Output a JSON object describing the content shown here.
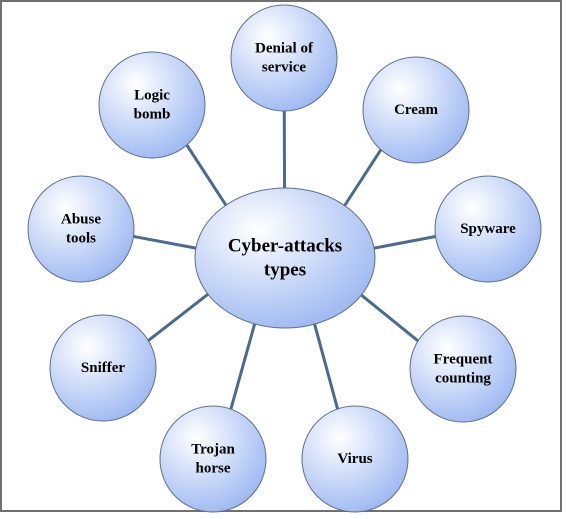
{
  "diagram": {
    "center": {
      "label_lines": [
        "Cyber-attacks",
        "types"
      ]
    },
    "nodes": [
      {
        "id": "denial-of-service",
        "label_lines": [
          "Denial of",
          "service"
        ]
      },
      {
        "id": "cream",
        "label_lines": [
          "Cream"
        ]
      },
      {
        "id": "spyware",
        "label_lines": [
          "Spyware"
        ]
      },
      {
        "id": "frequent-counting",
        "label_lines": [
          "Frequent",
          "counting"
        ]
      },
      {
        "id": "virus",
        "label_lines": [
          "Virus"
        ]
      },
      {
        "id": "trojan-horse",
        "label_lines": [
          "Trojan",
          "horse"
        ]
      },
      {
        "id": "sniffer",
        "label_lines": [
          "Sniffer"
        ]
      },
      {
        "id": "abuse-tools",
        "label_lines": [
          "Abuse",
          "tools"
        ]
      },
      {
        "id": "logic-bomb",
        "label_lines": [
          "Logic",
          "bomb"
        ]
      }
    ],
    "colors": {
      "connector": "#4a6a8f",
      "node_stroke": "#5f6f86",
      "node_fill_light": "#ffffff",
      "node_fill_dark": "#9db8f2"
    }
  }
}
